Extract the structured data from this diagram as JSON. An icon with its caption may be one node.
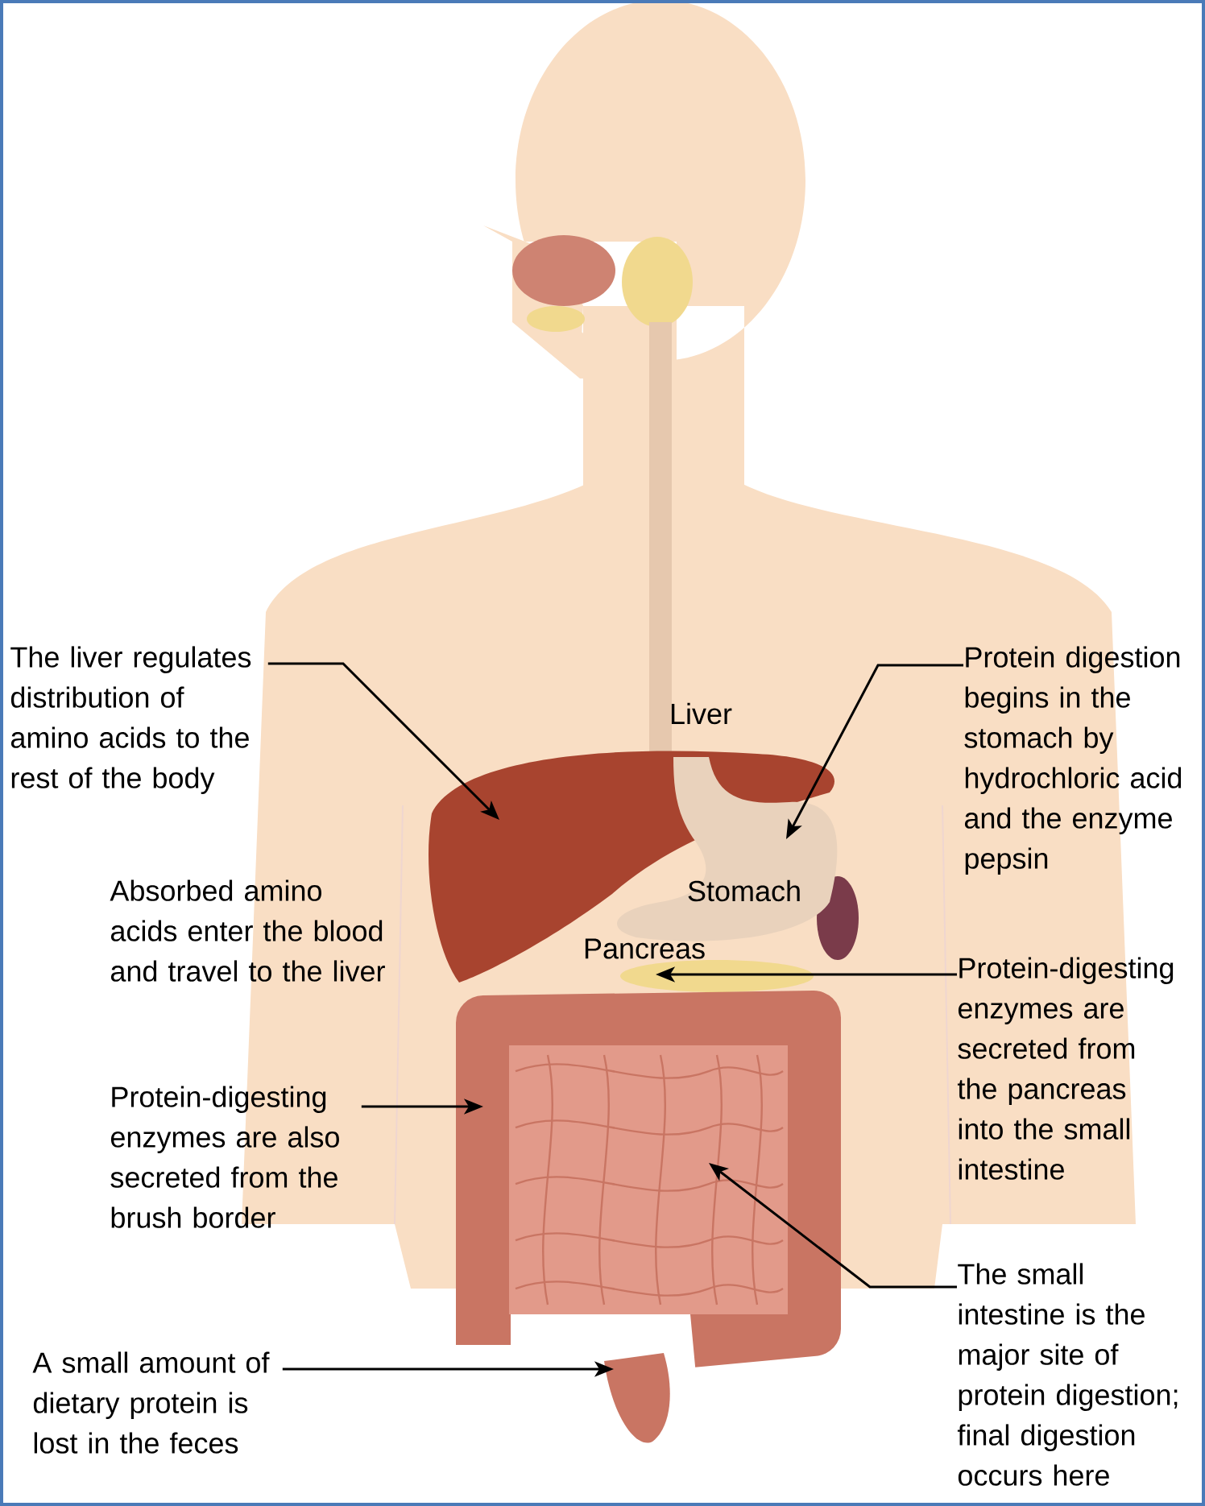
{
  "diagram": {
    "nodes": [
      {
        "text": [
          "The liver regulates distribution of amino acids to the rest of the body"
        ]
      },
      {
        "text": [
          "Liver"
        ]
      },
      {
        "text": [
          "Protein digestion begins in the stomach by hydrochloric acid and the enzyme pepsin"
        ]
      },
      {
        "text": [
          "Stomach"
        ]
      },
      {
        "text": [
          "Protein-digesting enzymes are secreted from the pancreas into the small intestine"
        ]
      },
      {
        "text": [
          "Pancreas"
        ]
      },
      {
        "text": [
          "Protein-digesting enzymes are also secreted from the brush border"
        ]
      },
      {
        "text": [],
        "shape": "picture"
      },
      {
        "text": [
          "The small intestine is the major site of protein digestion; final digestion occurs here"
        ]
      },
      {
        "text": [
          "A small amount of dietary protein is lost in the feces"
        ]
      },
      {
        "text": [],
        "shape": "picture"
      }
    ],
    "edges": [
      {
        "from": 0,
        "to": 1,
        "arrow": "to"
      },
      {
        "from": 2,
        "to": 3,
        "arrow": "to"
      },
      {
        "from": 4,
        "to": 5,
        "arrow": "to"
      },
      {
        "from": 6,
        "to": 7,
        "arrow": "to"
      },
      {
        "from": 8,
        "to": 7,
        "arrow": "to"
      },
      {
        "from": 9,
        "to": 10,
        "arrow": "to"
      }
    ],
    "labels": [
      "Absorbed amino acids enter the blood and travel to the liver"
    ]
  }
}
